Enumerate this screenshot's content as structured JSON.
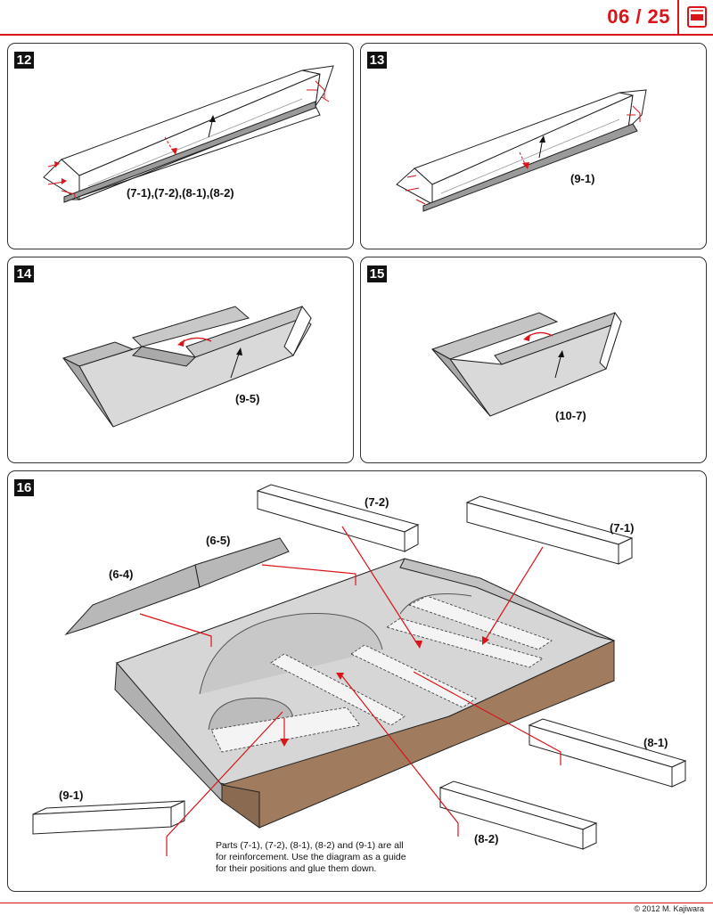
{
  "header": {
    "page_label": "06 / 25"
  },
  "steps": [
    {
      "number": "12",
      "label": "(7-1),(7-2),(8-1),(8-2)"
    },
    {
      "number": "13",
      "label": "(9-1)"
    },
    {
      "number": "14",
      "label": "(9-5)"
    },
    {
      "number": "15",
      "label": "(10-7)"
    },
    {
      "number": "16"
    }
  ],
  "step16": {
    "labels": {
      "p7_2": "(7-2)",
      "p7_1": "(7-1)",
      "p6_5": "(6-5)",
      "p6_4": "(6-4)",
      "p8_1": "(8-1)",
      "p9_1": "(9-1)",
      "p8_2": "(8-2)"
    },
    "note_lines": [
      "Parts (7-1), (7-2), (8-1), (8-2) and (9-1) are all",
      "for reinforcement. Use the diagram as a guide",
      "for their positions and glue them down."
    ]
  },
  "footer": {
    "copyright": "© 2012 M. Kajiwara"
  },
  "colors": {
    "accent": "#d9141a",
    "wall_grey": "#b5b5b5",
    "floor_grey": "#d8d8d8",
    "brown": "#a07b5e"
  }
}
